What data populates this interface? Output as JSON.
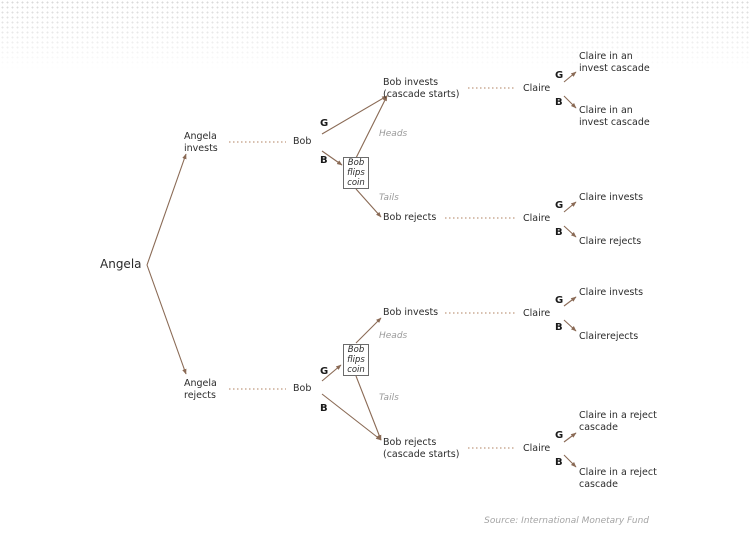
{
  "root": "Angela",
  "angela_invests": "Angela invests",
  "angela_rejects": "Angela rejects",
  "bob": "Bob",
  "claire": "Claire",
  "g": "G",
  "b": "B",
  "heads": "Heads",
  "tails": "Tails",
  "coin": [
    "Bob",
    "flips",
    "coin"
  ],
  "upper": {
    "bob_invests_cascade": "Bob invests (cascade starts)",
    "bob_rejects": "Bob rejects",
    "claire_invest_cascade": "Claire in an invest cascade",
    "claire_invests": "Claire invests",
    "claire_rejects": "Claire rejects"
  },
  "lower": {
    "bob_invests": "Bob invests",
    "bob_rejects_cascade": "Bob rejects (cascade starts)",
    "claire_invests": "Claire invests",
    "claire_rejects": "Clairerejects",
    "claire_reject_cascade": "Claire in a reject cascade"
  },
  "source": "Source: International Monetary Fund",
  "colors": {
    "arrow": "#8a6a55",
    "dotted": "#c09a80"
  }
}
